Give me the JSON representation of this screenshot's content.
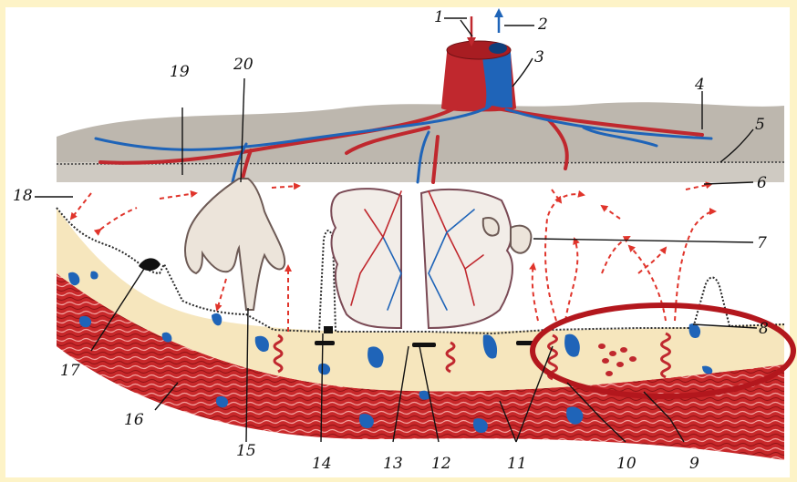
{
  "figure": {
    "labels": [
      "1",
      "2",
      "3",
      "4",
      "5",
      "6",
      "7",
      "8",
      "9",
      "10",
      "11",
      "12",
      "13",
      "14",
      "15",
      "16",
      "17",
      "18",
      "19",
      "20"
    ]
  },
  "colors": {
    "background": "#fdf3c7",
    "panel": "#ffffff",
    "chorion": "#bdb7ae",
    "decidua": "#f6e6bd",
    "myometrium": "#c8282a",
    "artery": "#c0282e",
    "vein": "#1f64b8",
    "flow_arrows": "#e0342b",
    "highlight_ellipse": "#b3171d",
    "villus_outline": "#7a4a55"
  }
}
